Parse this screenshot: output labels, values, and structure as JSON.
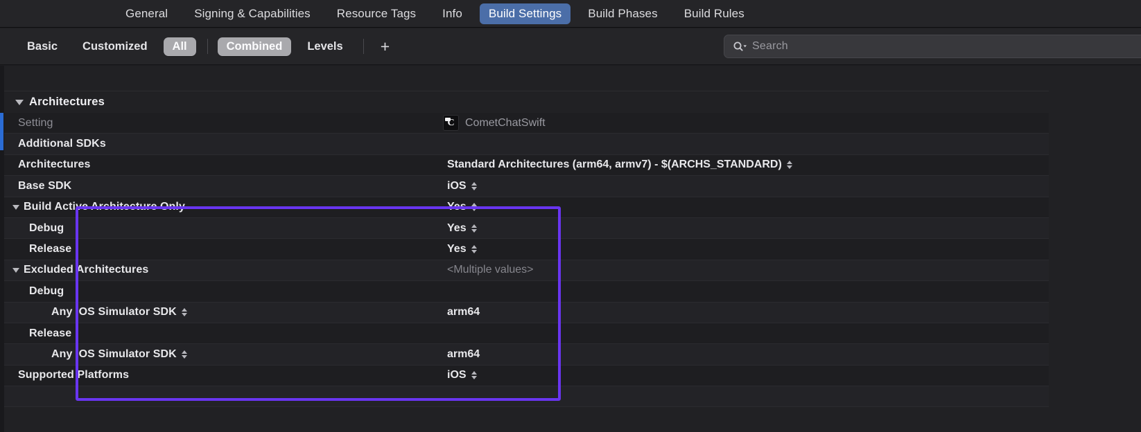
{
  "tabs": [
    {
      "label": "General",
      "selected": false
    },
    {
      "label": "Signing & Capabilities",
      "selected": false
    },
    {
      "label": "Resource Tags",
      "selected": false
    },
    {
      "label": "Info",
      "selected": false
    },
    {
      "label": "Build Settings",
      "selected": true
    },
    {
      "label": "Build Phases",
      "selected": false
    },
    {
      "label": "Build Rules",
      "selected": false
    }
  ],
  "filter_bar": {
    "items": [
      {
        "label": "Basic",
        "selected": false
      },
      {
        "label": "Customized",
        "selected": false
      },
      {
        "label": "All",
        "selected": true
      },
      {
        "label": "Combined",
        "selected": true
      },
      {
        "label": "Levels",
        "selected": false
      }
    ],
    "add_label": "+"
  },
  "search": {
    "placeholder": "Search",
    "icon": "search-icon",
    "dropdown_icon": "chevron-down-icon"
  },
  "group": {
    "name": "Architectures",
    "disclosure": "triangle-down-icon",
    "expanded": true
  },
  "columns": {
    "setting": "Setting",
    "target": "CometChatSwift",
    "target_icon": "app-target-icon"
  },
  "settings_rows": [
    {
      "label": "Additional SDKs",
      "value": "",
      "indent": 0,
      "triangle": false,
      "stepper": false,
      "muted_value": false
    },
    {
      "label": "Architectures",
      "value": "Standard Architectures (arm64, armv7)  -  $(ARCHS_STANDARD)",
      "indent": 0,
      "triangle": false,
      "stepper": true,
      "muted_value": false
    },
    {
      "label": "Base SDK",
      "value": "iOS",
      "indent": 0,
      "triangle": false,
      "stepper": true,
      "muted_value": false
    },
    {
      "label": "Build Active Architecture Only",
      "value": "Yes",
      "indent": 0,
      "triangle": true,
      "stepper": true,
      "muted_value": false
    },
    {
      "label": "Debug",
      "value": "Yes",
      "indent": 1,
      "triangle": false,
      "stepper": true,
      "muted_value": false
    },
    {
      "label": "Release",
      "value": "Yes",
      "indent": 1,
      "triangle": false,
      "stepper": true,
      "muted_value": false
    },
    {
      "label": "Excluded Architectures",
      "value": "<Multiple values>",
      "indent": 0,
      "triangle": true,
      "stepper": false,
      "muted_value": true
    },
    {
      "label": "Debug",
      "value": "",
      "indent": 1,
      "triangle": false,
      "stepper": false,
      "muted_value": false
    },
    {
      "label": "Any iOS Simulator SDK",
      "value": "arm64",
      "indent": 2,
      "triangle": false,
      "label_stepper": true,
      "stepper": false,
      "muted_value": false
    },
    {
      "label": "Release",
      "value": "",
      "indent": 1,
      "triangle": false,
      "stepper": false,
      "muted_value": false
    },
    {
      "label": "Any iOS Simulator SDK",
      "value": "arm64",
      "indent": 2,
      "triangle": false,
      "label_stepper": true,
      "stepper": false,
      "muted_value": false
    },
    {
      "label": "Supported Platforms",
      "value": "iOS",
      "indent": 0,
      "triangle": false,
      "stepper": true,
      "muted_value": false
    }
  ],
  "annotation": {
    "type": "highlight-rectangle",
    "color": "#6935f0",
    "covers_from": "Build Active Architecture Only",
    "covers_to": "Supported Platforms"
  },
  "colors": {
    "accent_tab": "#4b6ea8",
    "highlight": "#6935f0",
    "rail_blue": "#2b6cd4",
    "background": "#212124",
    "row_alt": "#232327"
  }
}
